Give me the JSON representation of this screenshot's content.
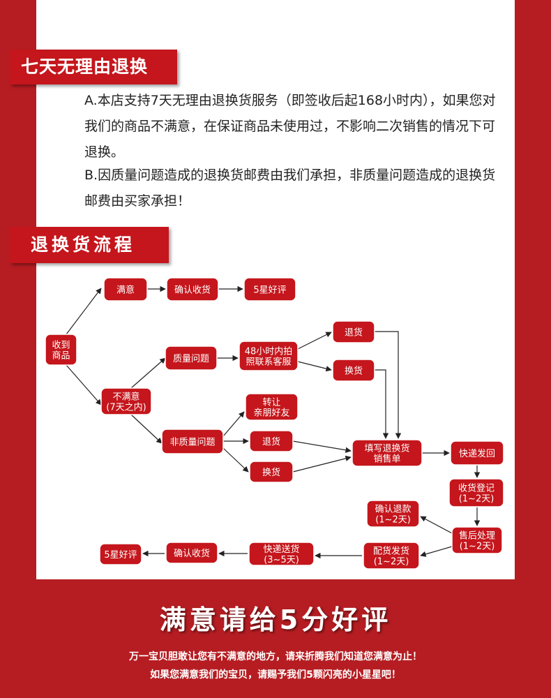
{
  "section1": {
    "title": "七天无理由退换",
    "para_a": "A.本店支持7天无理由退换货服务（即签收后起168小时内），如果您对我们的商品不满意，在保证商品未使用过，不影响二次销售的情况下可退换。",
    "para_b": "B.因质量问题造成的退换货邮费由我们承担，非质量问题造成的退换货邮费由买家承担！"
  },
  "section2": {
    "title": "退换货流程"
  },
  "flow": {
    "nodes": {
      "receive": [
        "收到",
        "商品"
      ],
      "satisfied": [
        "满意"
      ],
      "confirm_receipt_top": [
        "确认收货"
      ],
      "five_star_top": [
        "5星好评"
      ],
      "unsatisfied": [
        "不满意",
        "(7天之内)"
      ],
      "quality_issue": [
        "质量问题"
      ],
      "photo_contact": [
        "48小时内拍",
        "照联系客服"
      ],
      "return_quality": [
        "退货"
      ],
      "exchange_quality": [
        "换货"
      ],
      "non_quality_issue": [
        "非质量问题"
      ],
      "transfer": [
        "转让",
        "亲朋好友"
      ],
      "return_nonquality": [
        "退货"
      ],
      "exchange_nonquality": [
        "换货"
      ],
      "fill_form": [
        "填写退换货",
        "销售单"
      ],
      "express_return": [
        "快递发回"
      ],
      "receipt_register": [
        "收货登记",
        "(1~2天)"
      ],
      "after_sales": [
        "售后处理",
        "(1~2天)"
      ],
      "confirm_refund": [
        "确认退款",
        "(1~2天)"
      ],
      "ship_goods": [
        "配货发货",
        "(1~2天)"
      ],
      "express_delivery": [
        "快递送货",
        "(3~5天)"
      ],
      "confirm_receipt_bottom": [
        "确认收货"
      ],
      "five_star_bottom": [
        "5星好评"
      ]
    }
  },
  "footer": {
    "title": "满意请给5分好评",
    "line1": "万一宝贝胆敢让您有不满意的地方，请来折腾我们知道您满意为止！",
    "line2": "如果您满意我们的宝贝，请赐予我们5颗闪亮的小星星吧！"
  },
  "colors": {
    "brand_red": "#c4161c",
    "background_red": "#b51d22",
    "panel": "#ffffff"
  }
}
